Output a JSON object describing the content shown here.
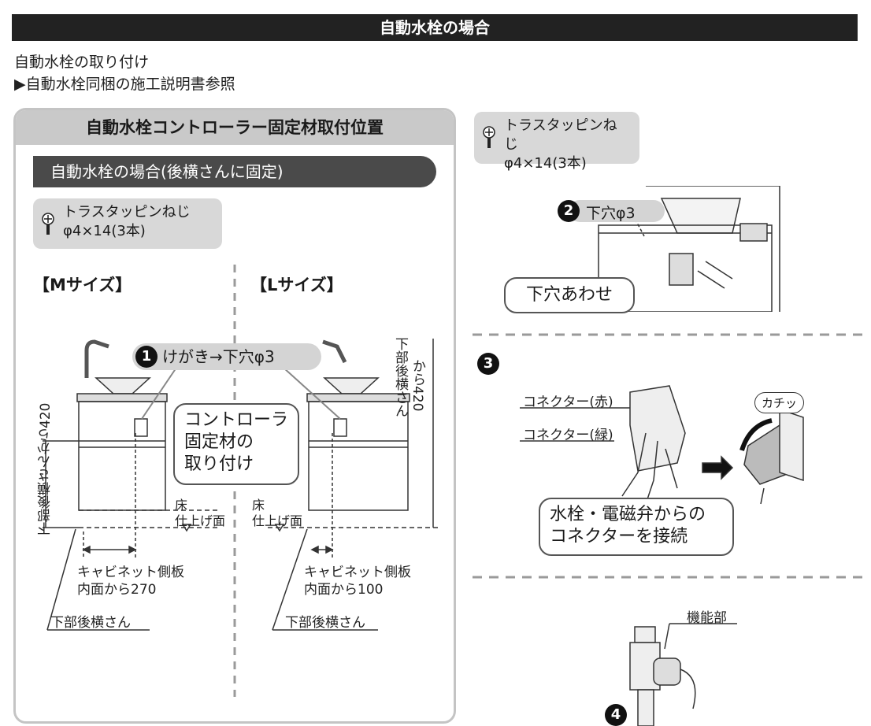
{
  "header": {
    "title": "自動水栓の場合"
  },
  "intro": {
    "line1": "自動水栓の取り付け",
    "line2": "▶自動水栓同梱の施工説明書参照"
  },
  "panel": {
    "title": "自動水栓コントローラー固定材取付位置",
    "subtitle": "自動水栓の場合(後横さんに固定)",
    "screw_line1": "トラスタッピンねじ",
    "screw_line2": "φ4×14(3本)",
    "m_size": "【Mサイズ】",
    "l_size": "【Lサイズ】",
    "step1_label": "けがき→下穴φ3",
    "bubble_line1": "コントローラ",
    "bubble_line2": "固定材の",
    "bubble_line3": "取り付け",
    "vertical_left": "下部後横さんから420",
    "vertical_right_1": "下部後横さん",
    "vertical_right_2": "から420",
    "floor_left_1": "床",
    "floor_left_2": "仕上げ面",
    "floor_right_1": "床",
    "floor_right_2": "仕上げ面",
    "m_dim_line1": "キャビネット側板",
    "m_dim_line2": "内面から270",
    "l_dim_line1": "キャビネット側板",
    "l_dim_line2": "内面から100",
    "m_rail": "下部後横さん",
    "l_rail": "下部後横さん"
  },
  "right": {
    "screw_line1": "トラスタッピンねじ",
    "screw_line2": "φ4×14(3本)",
    "step2_label": "下穴φ3",
    "hole_align": "下穴あわせ",
    "connector_red": "コネクター(赤)",
    "connector_green": "コネクター(緑)",
    "click": "カチッ",
    "connect_line1": "水栓・電磁弁からの",
    "connect_line2": "コネクターを接続",
    "function_part": "機能部"
  },
  "steps": {
    "s1": "1",
    "s2": "2",
    "s3": "3",
    "s4": "4"
  }
}
